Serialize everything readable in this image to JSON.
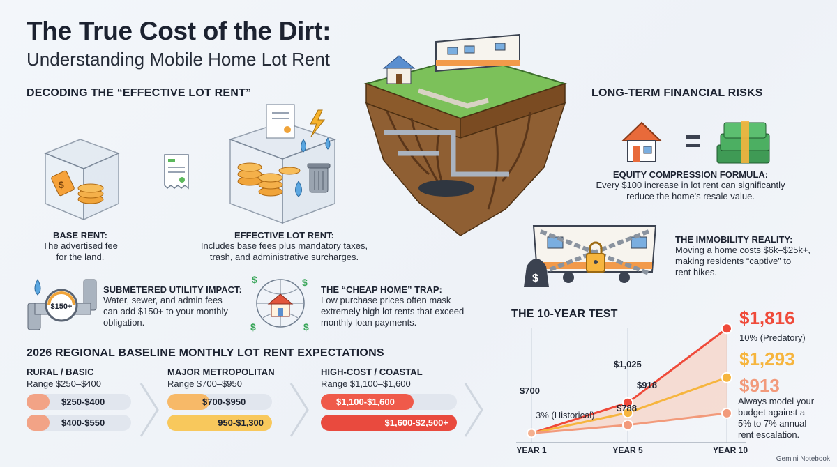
{
  "title": {
    "line1": "The True Cost of the Dirt:",
    "line2": "Understanding Mobile Home Lot Rent"
  },
  "decoding": {
    "heading": "DECODING THE “EFFECTIVE LOT RENT”",
    "base_rent": {
      "title": "BASE RENT:",
      "line1": "The advertised fee",
      "line2": "for the land."
    },
    "effective": {
      "title": "EFFECTIVE LOT RENT:",
      "line1": "Includes base fees plus mandatory taxes,",
      "line2": "trash, and administrative surcharges."
    },
    "submetered": {
      "title": "SUBMETERED UTILITY IMPACT:",
      "line1": "Water, sewer, and admin fees",
      "line2": "can add $150+ to your monthly",
      "line3": "obligation.",
      "gauge_label": "$150+"
    },
    "cheap_home": {
      "title": "THE “CHEAP HOME” TRAP:",
      "line1": "Low purchase prices often mask",
      "line2": "extremely high lot rents that exceed",
      "line3": "monthly loan payments."
    }
  },
  "regional": {
    "heading": "2026 REGIONAL BASELINE MONTHLY LOT RENT EXPECTATIONS",
    "columns": [
      {
        "name": "RURAL / BASIC",
        "range": "Range $250–$400",
        "bars": [
          {
            "label": "$250-$400",
            "fill": 0.2,
            "color": "#f2a386"
          },
          {
            "label": "$400-$550",
            "fill": 0.2,
            "color": "#f2a386"
          }
        ]
      },
      {
        "name": "MAJOR METROPOLITAN",
        "range": "Range $700–$950",
        "bars": [
          {
            "label": "$700-$950",
            "fill": 0.4,
            "color": "#f7b968"
          },
          {
            "label": "950-$1,300",
            "fill": 1.0,
            "color": "#f8c85c"
          }
        ]
      },
      {
        "name": "HIGH-COST / COASTAL",
        "range": "Range $1,100–$1,600",
        "bars": [
          {
            "label": "$1,100-$1,600",
            "fill": 0.68,
            "color": "#ef5a4a"
          },
          {
            "label": "$1,600-$2,500+",
            "fill": 1.0,
            "color": "#e94a3e"
          }
        ]
      }
    ]
  },
  "risks": {
    "heading": "LONG-TERM FINANCIAL RISKS",
    "equity": {
      "title": "EQUITY COMPRESSION FORMULA:",
      "line1": "Every $100 increase in lot rent can significantly",
      "line2": "reduce the home's resale value."
    },
    "immobility": {
      "title": "THE IMMOBILITY REALITY:",
      "line1": "Moving a home costs $6k–$25k+,",
      "line2": "making residents “captive” to",
      "line3": "rent hikes."
    }
  },
  "ten_year": {
    "heading": "THE 10-YEAR TEST",
    "start_label": "$700",
    "historical_label": "3% (Historical)",
    "mid_labels": {
      "high": "$1,025",
      "mid": "$918",
      "low": "$788"
    },
    "end_labels": {
      "high": "$1,816",
      "high_note": "10% (Predatory)",
      "mid": "$1,293",
      "low": "$913",
      "note1": "Always model your",
      "note2": "budget against a",
      "note3": "5% to 7% annual",
      "note4": "rent escalation."
    }
  },
  "chart_data": {
    "type": "line",
    "title": "THE 10-YEAR TEST",
    "x": [
      "YEAR 1",
      "YEAR 5",
      "YEAR 10"
    ],
    "series": [
      {
        "name": "10% (Predatory)",
        "values": [
          700,
          1025,
          1816
        ],
        "color": "#ef4a3a"
      },
      {
        "values": [
          700,
          918,
          1293
        ],
        "color": "#f6b53e"
      },
      {
        "name": "3% (Historical)",
        "values": [
          700,
          788,
          913
        ],
        "color": "#f29a7b"
      }
    ],
    "ylim": [
      600,
      1900
    ],
    "grid": true
  },
  "footer": "Gemini Notebook"
}
